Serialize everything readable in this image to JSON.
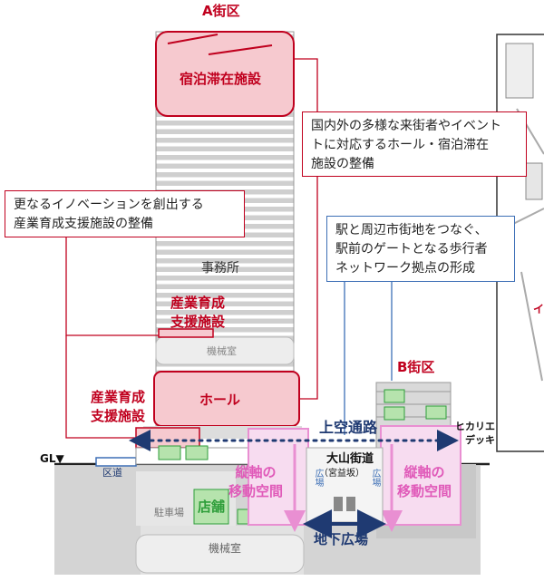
{
  "labels": {
    "district_a": "A街区",
    "district_b": "B街区",
    "lodging": "宿泊滞在施設",
    "office": "事務所",
    "industry_upper": [
      "産業育成",
      "支援施設"
    ],
    "industry_lower": [
      "産業育成",
      "支援施設"
    ],
    "machine_room_upper": "機械室",
    "machine_room_lower": "機械室",
    "hall": "ホール",
    "skyway": "上空通路",
    "hikarie_deck": [
      "ヒカリエ",
      "デッキ"
    ],
    "gl": "GL▼",
    "ward_road": "区道",
    "oyama_street": "大山街道",
    "miyamasuzaka": "（宮益坂）",
    "plaza_left": "広場",
    "plaza_right": "広場",
    "vertical_left": [
      "縦軸の",
      "移動空間"
    ],
    "vertical_right": [
      "縦軸の",
      "移動空間"
    ],
    "shop": "店舗",
    "parking": "駐車場",
    "underground_plaza": "地下広場"
  },
  "callouts": {
    "lodging": [
      "国内外の多様な来街者やイベント",
      "トに対応するホール・宿泊滞在",
      "施設の整備"
    ],
    "industry": [
      "更なるイノベーションを創出する",
      "産業育成支援施設の整備"
    ],
    "network": [
      "駅と周辺市街地をつなぐ、",
      "駅前のゲートとなる歩行者",
      "ネットワーク拠点の形成"
    ]
  },
  "map_fragment": "イ",
  "colors": {
    "accent_red": "#c0001e",
    "red_fill": "#f6c9cf",
    "accent_blue": "#3d6fb6",
    "navy": "#1f3a72",
    "green": "#b6e3ad",
    "green_stroke": "#2e9e3a",
    "pink": "#e98fd2",
    "pink_fill": "#f7dcf0"
  }
}
